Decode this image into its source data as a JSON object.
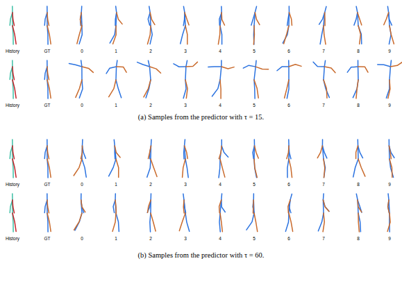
{
  "diagram": {
    "labels": [
      "History",
      "GT",
      "0",
      "1",
      "2",
      "3",
      "4",
      "5",
      "6",
      "7",
      "8",
      "9",
      "History",
      "GT",
      "0",
      "1",
      "2",
      "3",
      "4",
      "5",
      "6",
      "7",
      "8",
      "9",
      "History",
      "GT",
      "0",
      "1",
      "2",
      "3",
      "4",
      "5",
      "6",
      "7",
      "8",
      "9",
      "History",
      "GT",
      "0",
      "1",
      "2",
      "3",
      "4",
      "5",
      "6",
      "7",
      "8",
      "9",
      "(a) Samples from the predictor with τ = 15.",
      "(b) Samples from the predictor with τ = 60."
    ]
  }
}
